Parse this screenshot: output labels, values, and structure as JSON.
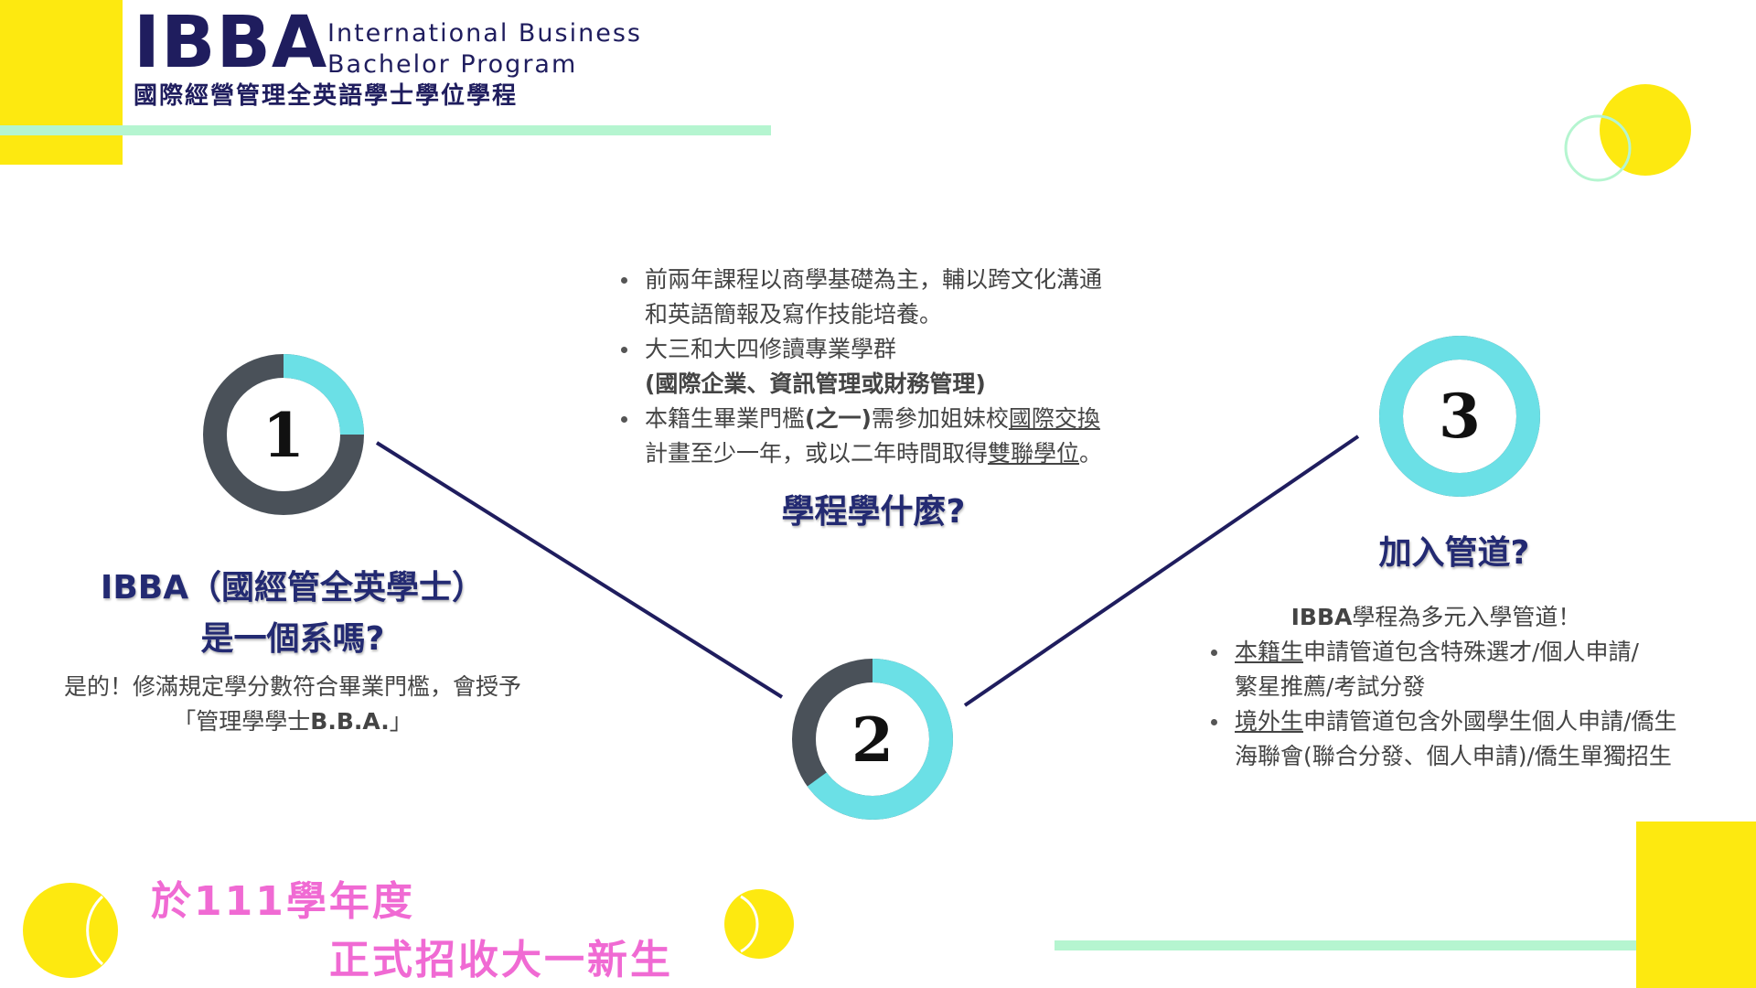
{
  "header": {
    "logo": "IBBA",
    "english_line1": "International Business",
    "english_line2": "Bachelor Program",
    "chinese_name": "國際經營管理全英語學士學位學程"
  },
  "steps": [
    {
      "number": "1",
      "progress": 0.25,
      "heading_line1": "IBBA（國經管全英學士）",
      "heading_line2": "是一個系嗎?",
      "body_line1": "是的！修滿規定學分數符合畢業門檻，會授予",
      "body_line2_prefix": "「管理學學士",
      "body_line2_bold": "B.B.A.",
      "body_line2_suffix": "」"
    },
    {
      "number": "2",
      "progress": 0.65,
      "heading": "學程學什麼?",
      "bullets": [
        {
          "line1": "前兩年課程以商學基礎為主，輔以跨文化溝通",
          "line2": "和英語簡報及寫作技能培養。"
        },
        {
          "line1": "大三和大四修讀專業學群",
          "line2": "(國際企業、資訊管理或財務管理)"
        },
        {
          "line1_prefix": "本籍生畢業門檻",
          "line1_paren": "(之一)",
          "line1_mid": "需參加姐妹校",
          "line1_link": "國際交換",
          "line2_prefix": "計畫至少一年，或以二年時間取得",
          "line2_link": "雙聯學位",
          "line2_suffix": "。"
        }
      ]
    },
    {
      "number": "3",
      "progress": 1.0,
      "heading": "加入管道?",
      "intro_bold": "IBBA",
      "intro_rest": "學程為多元入學管道！",
      "bullets": [
        {
          "link": "本籍生",
          "line1_rest": "申請管道包含特殊選才/個人申請/",
          "line2": "繁星推薦/考試分發"
        },
        {
          "link": "境外生",
          "line1_rest": "申請管道包含外國學生個人申請/僑生",
          "line2": "海聯會(聯合分發、個人申請)/僑生單獨招生"
        }
      ]
    }
  ],
  "announcement": {
    "line1": "於111學年度",
    "line2": "正式招收大一新生"
  },
  "colors": {
    "navy": "#1f1d5e",
    "heading_navy": "#232a72",
    "ring_dark": "#4a5159",
    "ring_cyan": "#6be0e6",
    "yellow": "#fde910",
    "mint": "#b5f5d0",
    "pink": "#f06ad3"
  }
}
